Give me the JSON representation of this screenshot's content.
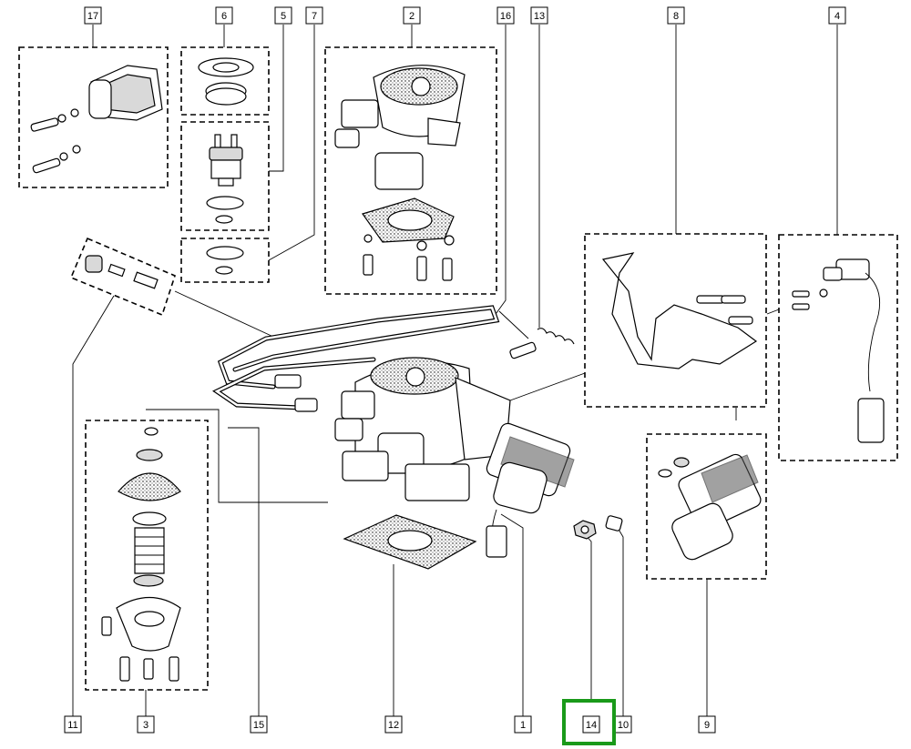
{
  "callouts": [
    "17",
    "6",
    "5",
    "7",
    "2",
    "16",
    "13",
    "8",
    "4",
    "11",
    "3",
    "15",
    "12",
    "1",
    "14",
    "10",
    "9"
  ],
  "highlight": {
    "label": "14",
    "color": "#1a9a1a"
  }
}
